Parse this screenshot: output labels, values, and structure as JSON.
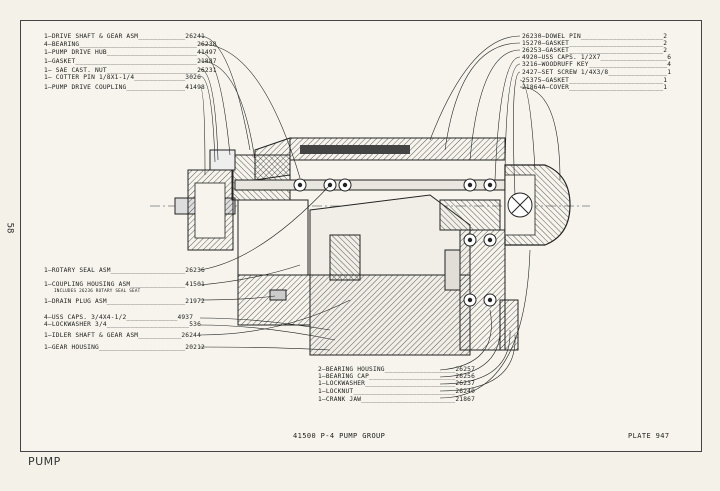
{
  "labels_left_top": [
    {
      "text": "1–DRIVE SHAFT & GEAR ASM____________26241"
    },
    {
      "text": "4–BEARING______________________________26238"
    },
    {
      "text": "1–PUMP DRIVE HUB_______________________41497"
    },
    {
      "text": "1–GASKET_______________________________21887"
    },
    {
      "text": "1– SAE CAST. NUT_______________________26231"
    },
    {
      "text": "1– COTTER PIN 1/8X1-1/4_____________3026"
    },
    {
      "text": "1–PUMP DRIVE COUPLING_______________41498"
    }
  ],
  "labels_left_bottom": [
    {
      "text": "1–ROTARY SEAL ASM___________________26236"
    },
    {
      "text": "1–COUPLING HOUSING ASM______________41501",
      "sub": "INCLUDES 26236 ROTARY SEAL SEAT"
    },
    {
      "text": "1–DRAIN PLUG ASM____________________21972"
    },
    {
      "text": "4–USS CAPS. 3/4X4-1/2_____________4937"
    },
    {
      "text": "4–LOCKWASHER 3/4_____________________536"
    },
    {
      "text": "1–IDLER SHAFT & GEAR ASM___________26244"
    },
    {
      "text": "1–GEAR HOUSING______________________20212"
    }
  ],
  "labels_right_top": [
    {
      "text": "26230–DOWEL PIN_____________________2"
    },
    {
      "text": "15270–GASKET________________________2"
    },
    {
      "text": "26253–GASKET________________________2"
    },
    {
      "text": "4920–USS CAPS. 1/2X7_________________6"
    },
    {
      "text": "3216–WOODRUFF KEY____________________4"
    },
    {
      "text": "2427–SET SCREW 1/4X3/8_______________1"
    },
    {
      "text": "25375–GASKET________________________1"
    },
    {
      "text": "21864A–COVER________________________1"
    }
  ],
  "labels_bottom_center": [
    {
      "text": "2–BEARING HOUSING__________________26257"
    },
    {
      "text": "1–BEARING CAP______________________26256"
    },
    {
      "text": "1–LOCKWASHER_______________________26237"
    },
    {
      "text": "1–LOCKNUT__________________________26240"
    },
    {
      "text": "1–CRANK JAW________________________21867"
    }
  ],
  "caption": "41500   P-4   PUMP GROUP",
  "plate": "PLATE 947",
  "page_number": "58",
  "section_title": "PUMP"
}
